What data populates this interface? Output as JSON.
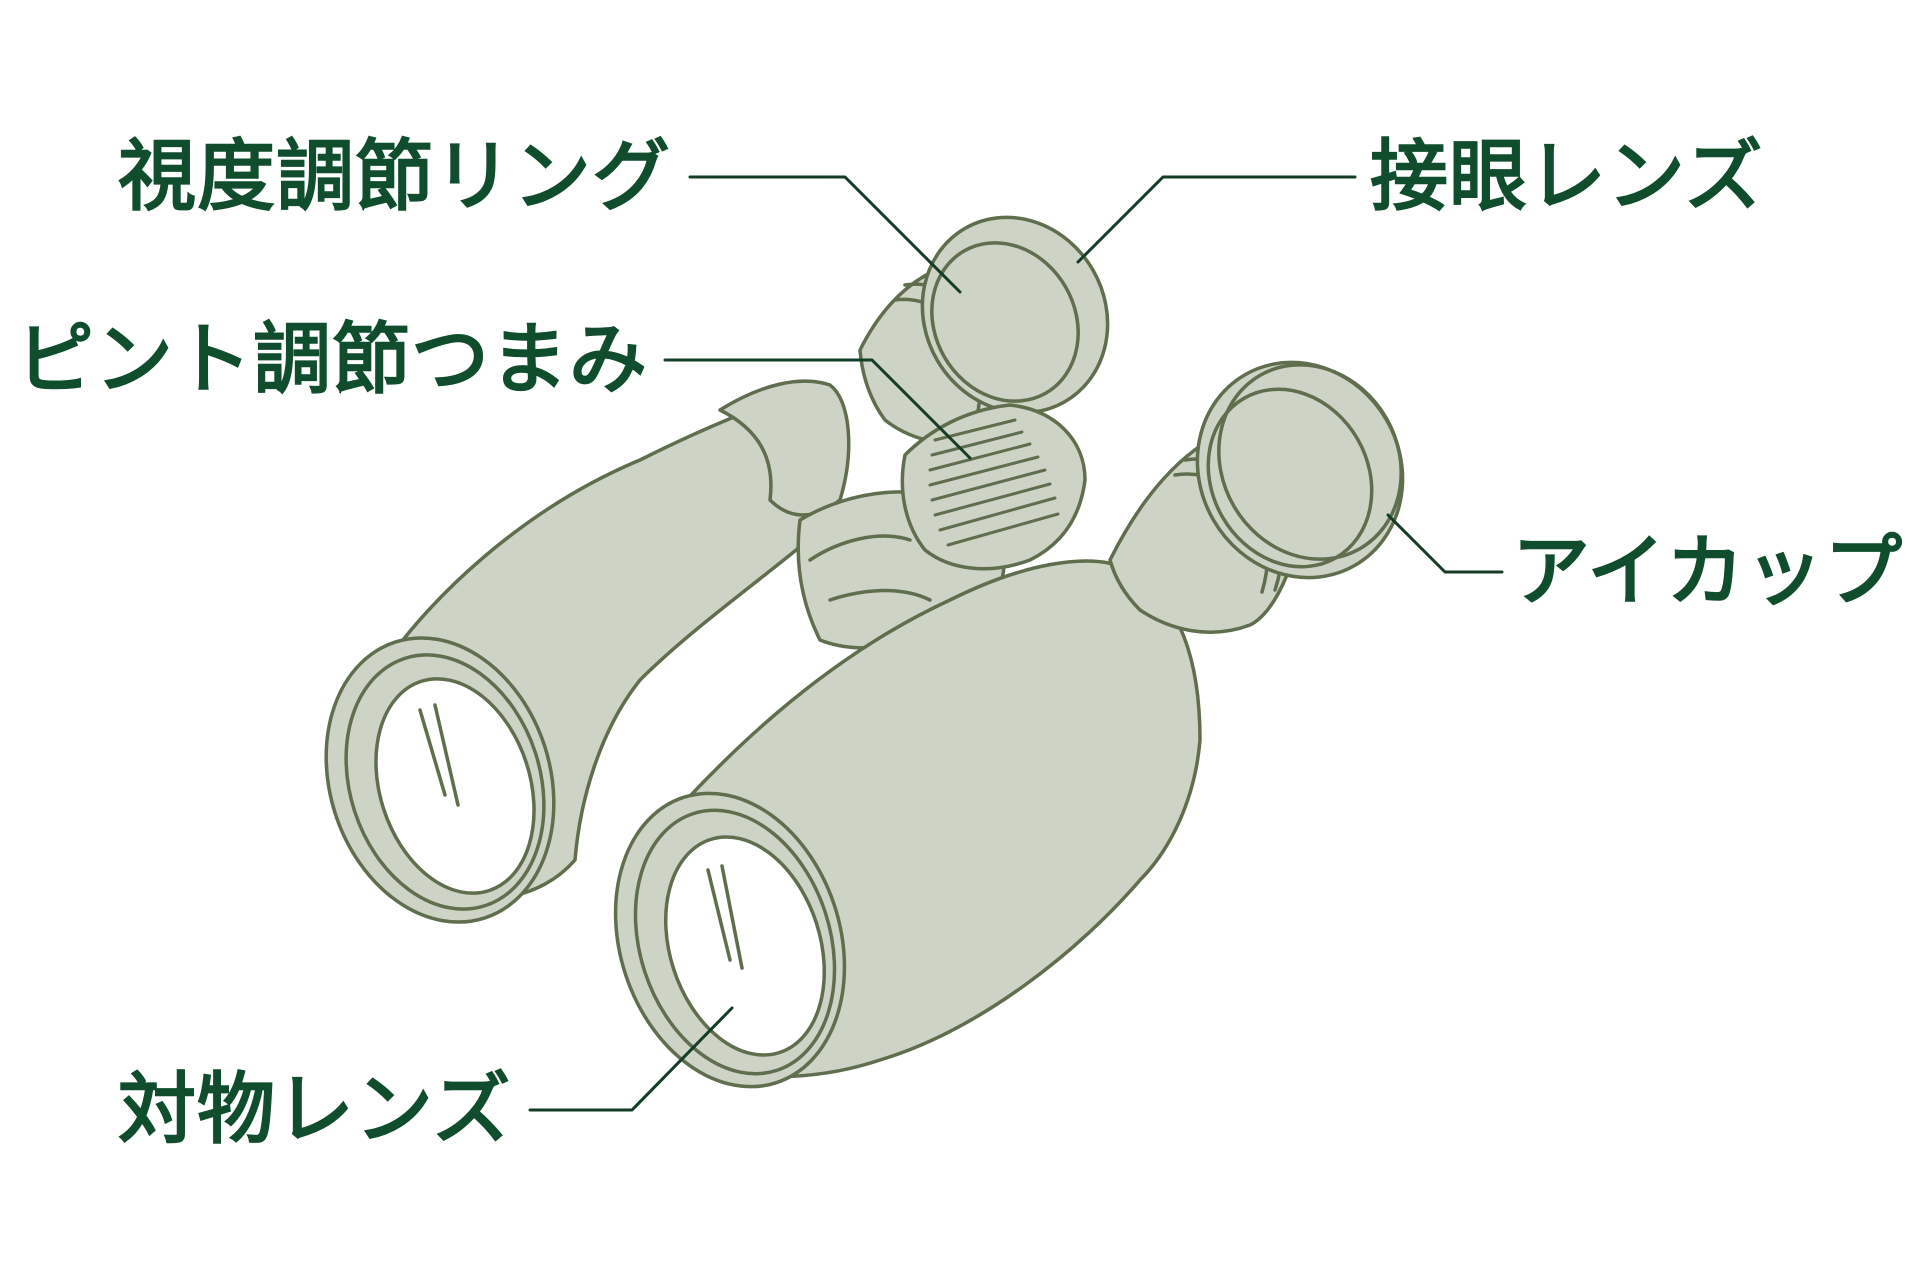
{
  "colors": {
    "label_text": "#0f4d2c",
    "leader_line": "#143d26",
    "body_fill": "#cdd3c5",
    "outline": "#5f6e4c",
    "background": "#ffffff"
  },
  "labels": {
    "diopter_ring": "視度調節リング",
    "eyepiece_lens": "接眼レンズ",
    "focus_knob": "ピント調節つまみ",
    "eyecup": "アイカップ",
    "objective_lens": "対物レンズ"
  }
}
